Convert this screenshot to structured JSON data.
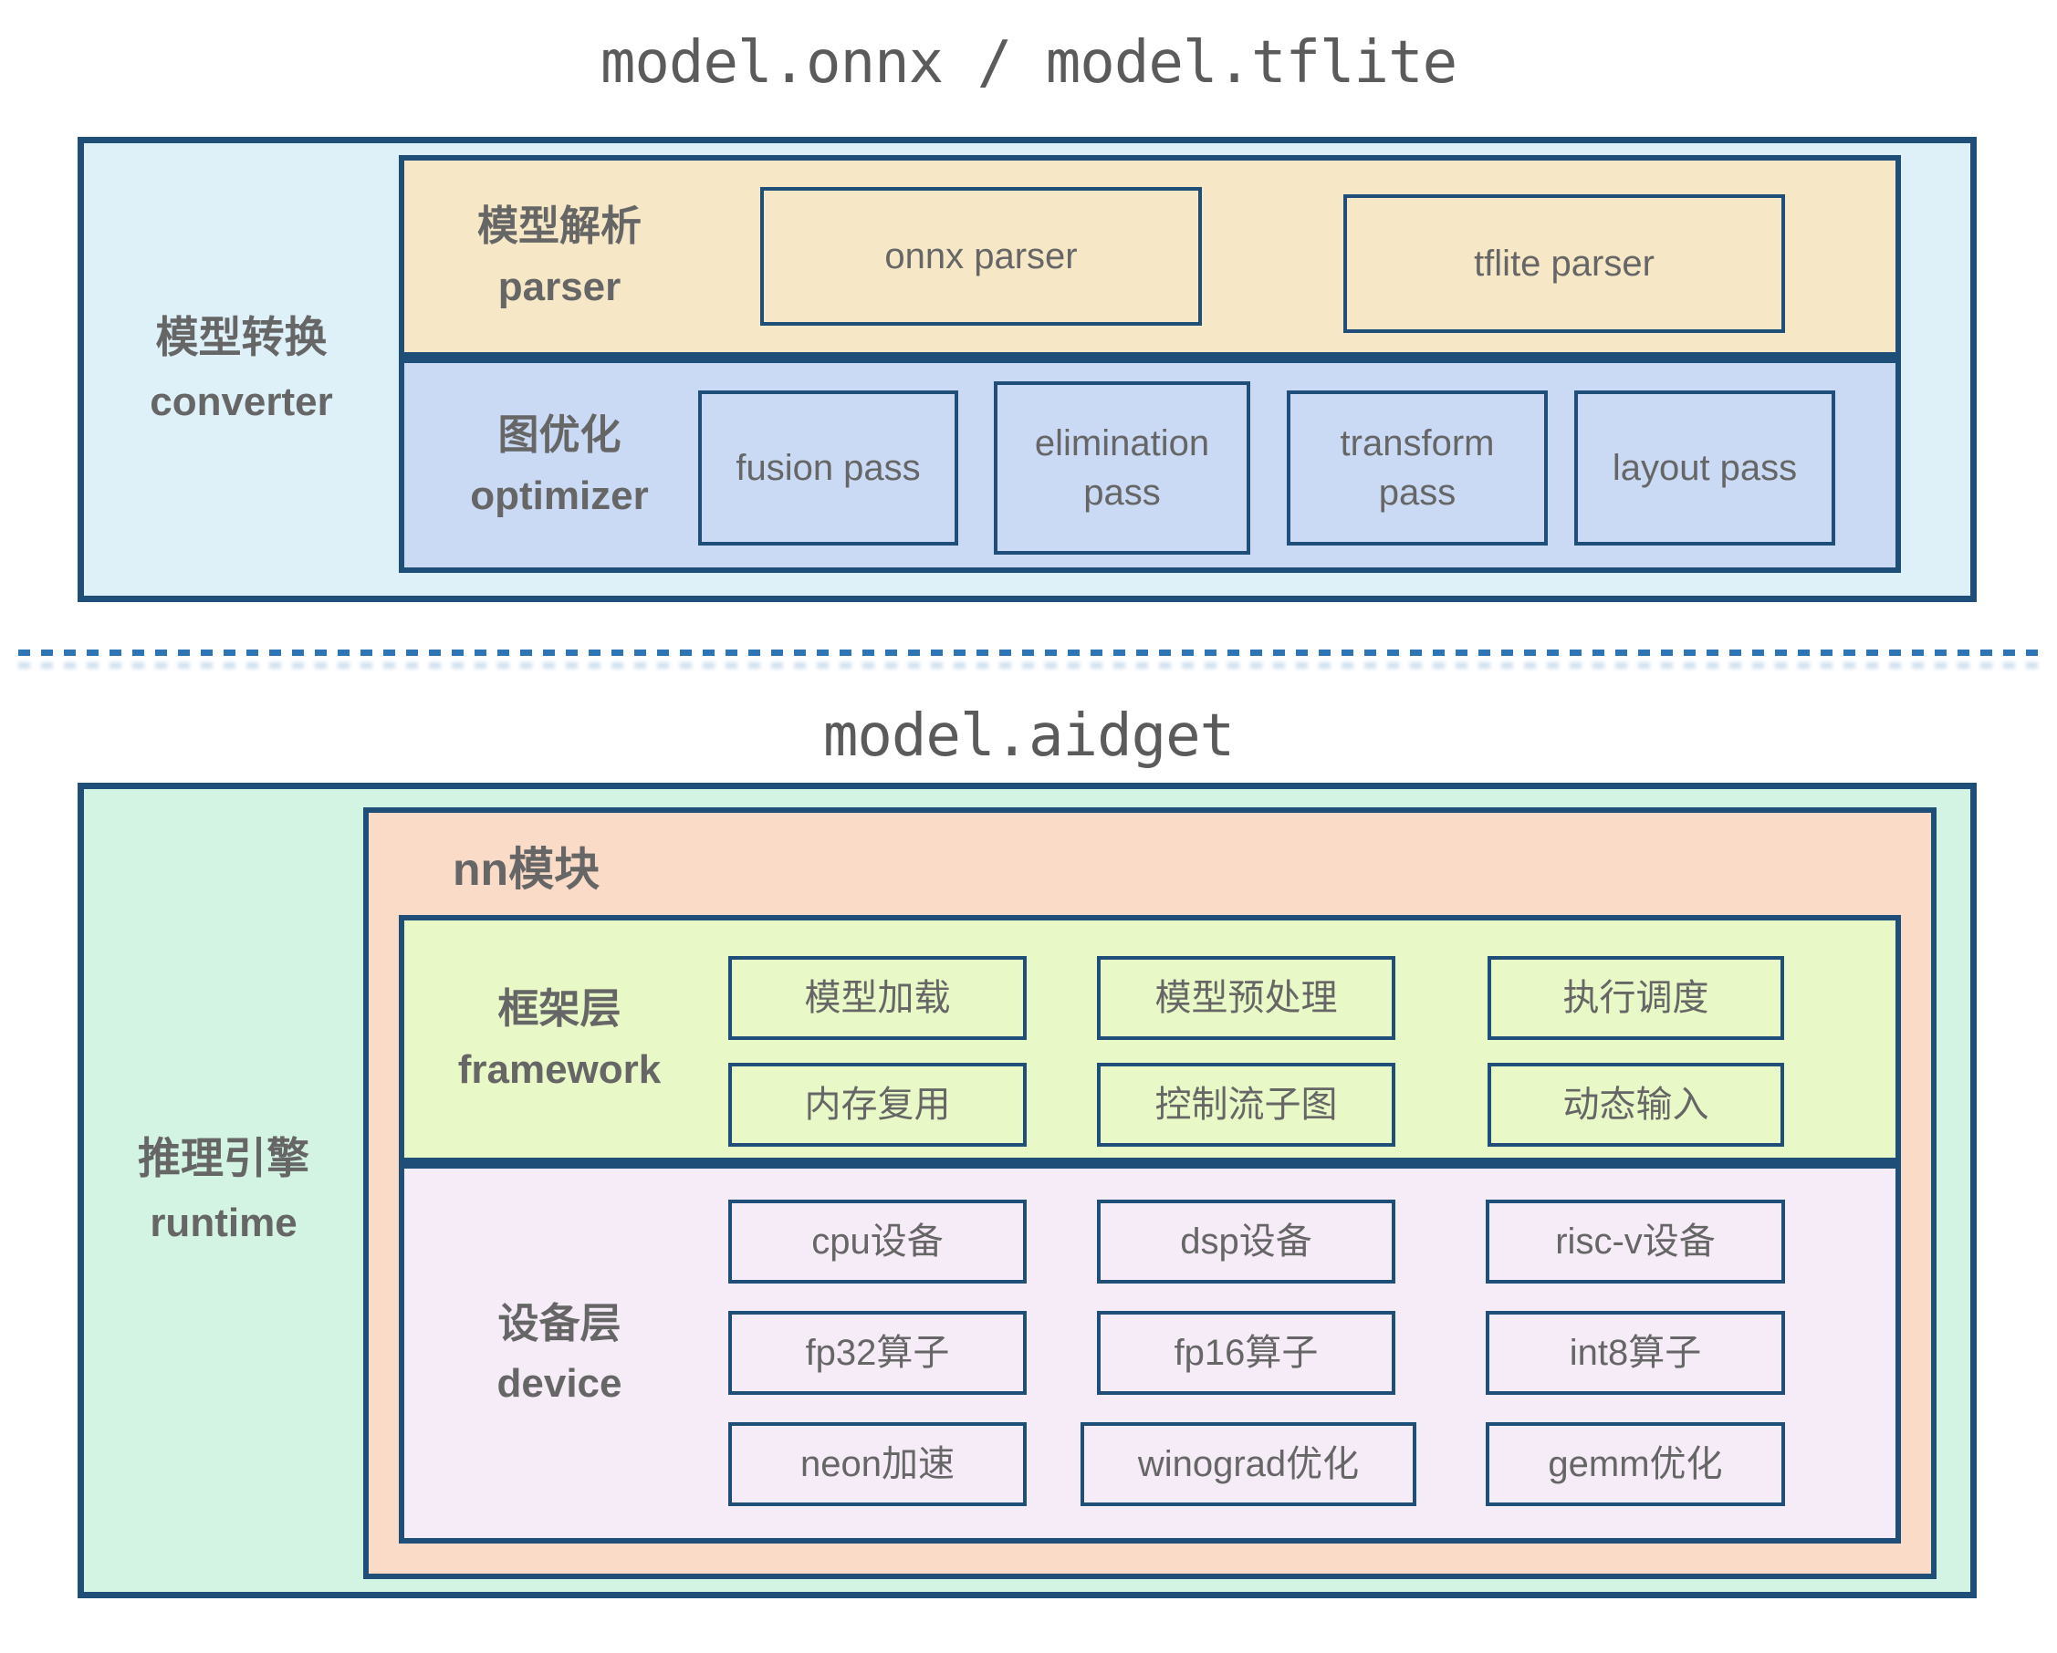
{
  "titles": {
    "top": "model.onnx / model.tflite",
    "bottom": "model.aidget"
  },
  "converter": {
    "label_zh": "模型转换",
    "label_en": "converter",
    "parser": {
      "label_zh": "模型解析",
      "label_en": "parser",
      "items": [
        "onnx parser",
        "tflite parser"
      ]
    },
    "optimizer": {
      "label_zh": "图优化",
      "label_en": "optimizer",
      "items": [
        "fusion pass",
        "elimination pass",
        "transform pass",
        "layout pass"
      ]
    }
  },
  "runtime": {
    "label_zh": "推理引擎",
    "label_en": "runtime",
    "nn": {
      "label": "nn模块",
      "framework": {
        "label_zh": "框架层",
        "label_en": "framework",
        "rows": [
          [
            "模型加载",
            "模型预处理",
            "执行调度"
          ],
          [
            "内存复用",
            "控制流子图",
            "动态输入"
          ]
        ]
      },
      "device": {
        "label_zh": "设备层",
        "label_en": "device",
        "rows": [
          [
            "cpu设备",
            "dsp设备",
            "risc-v设备"
          ],
          [
            "fp32算子",
            "fp16算子",
            "int8算子"
          ],
          [
            "neon加速",
            "winograd优化",
            "gemm优化"
          ]
        ]
      }
    }
  },
  "colors": {
    "border_navy": "#1f4e79",
    "converter_bg": "#def0f8",
    "parser_bg": "#f6e8c6",
    "optimizer_bg": "#cadaf4",
    "runtime_bg": "#d3f4e3",
    "nn_bg": "#fadbc8",
    "framework_bg": "#e8f8c6",
    "device_bg": "#f6ecf8",
    "dash_blue": "#2e75b6",
    "text_gray": "#666666",
    "title_gray": "#5b5b5b"
  }
}
